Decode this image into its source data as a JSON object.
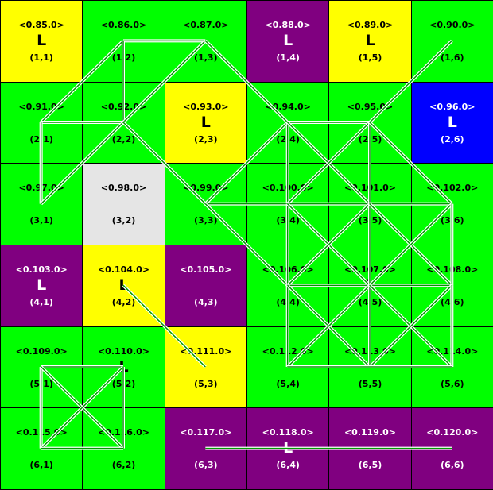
{
  "palette": {
    "green": "#00ff00",
    "yellow": "#ffff00",
    "purple": "#800080",
    "blue": "#0000ff",
    "gray": "#e5e5e5"
  },
  "grid": {
    "rows": 6,
    "cols": 6,
    "cells": [
      {
        "label": "<0.85.0>",
        "coord": "(1,1)",
        "mark": "L",
        "color": "yellow"
      },
      {
        "label": "<0.86.0>",
        "coord": "(1,2)",
        "mark": "",
        "color": "green"
      },
      {
        "label": "<0.87.0>",
        "coord": "(1,3)",
        "mark": "",
        "color": "green"
      },
      {
        "label": "<0.88.0>",
        "coord": "(1,4)",
        "mark": "L",
        "color": "purple"
      },
      {
        "label": "<0.89.0>",
        "coord": "(1,5)",
        "mark": "L",
        "color": "yellow"
      },
      {
        "label": "<0.90.0>",
        "coord": "(1,6)",
        "mark": "",
        "color": "green"
      },
      {
        "label": "<0.91.0>",
        "coord": "(2,1)",
        "mark": "",
        "color": "green"
      },
      {
        "label": "<0.92.0>",
        "coord": "(2,2)",
        "mark": "",
        "color": "green"
      },
      {
        "label": "<0.93.0>",
        "coord": "(2,3)",
        "mark": "L",
        "color": "yellow"
      },
      {
        "label": "<0.94.0>",
        "coord": "(2,4)",
        "mark": "",
        "color": "green"
      },
      {
        "label": "<0.95.0>",
        "coord": "(2,5)",
        "mark": "",
        "color": "green"
      },
      {
        "label": "<0.96.0>",
        "coord": "(2,6)",
        "mark": "L",
        "color": "blue"
      },
      {
        "label": "<0.97.0>",
        "coord": "(3,1)",
        "mark": "",
        "color": "green"
      },
      {
        "label": "<0.98.0>",
        "coord": "(3,2)",
        "mark": "",
        "color": "gray"
      },
      {
        "label": "<0.99.0>",
        "coord": "(3,3)",
        "mark": "",
        "color": "green"
      },
      {
        "label": "<0.100.0>",
        "coord": "(3,4)",
        "mark": "",
        "color": "green"
      },
      {
        "label": "<0.101.0>",
        "coord": "(3,5)",
        "mark": "",
        "color": "green"
      },
      {
        "label": "<0.102.0>",
        "coord": "(3,6)",
        "mark": "",
        "color": "green"
      },
      {
        "label": "<0.103.0>",
        "coord": "(4,1)",
        "mark": "L",
        "color": "purple"
      },
      {
        "label": "<0.104.0>",
        "coord": "(4,2)",
        "mark": "L",
        "color": "yellow"
      },
      {
        "label": "<0.105.0>",
        "coord": "(4,3)",
        "mark": "",
        "color": "purple"
      },
      {
        "label": "<0.106.0>",
        "coord": "(4,4)",
        "mark": "",
        "color": "green"
      },
      {
        "label": "<0.107.0>",
        "coord": "(4,5)",
        "mark": "L",
        "color": "green"
      },
      {
        "label": "<0.108.0>",
        "coord": "(4,6)",
        "mark": "",
        "color": "green"
      },
      {
        "label": "<0.109.0>",
        "coord": "(5,1)",
        "mark": "",
        "color": "green"
      },
      {
        "label": "<0.110.0>",
        "coord": "(5,2)",
        "mark": "L",
        "color": "green"
      },
      {
        "label": "<0.111.0>",
        "coord": "(5,3)",
        "mark": "",
        "color": "yellow"
      },
      {
        "label": "<0.112.0>",
        "coord": "(5,4)",
        "mark": "",
        "color": "green"
      },
      {
        "label": "<0.113.0>",
        "coord": "(5,5)",
        "mark": "",
        "color": "green"
      },
      {
        "label": "<0.114.0>",
        "coord": "(5,6)",
        "mark": "",
        "color": "green"
      },
      {
        "label": "<0.115.0>",
        "coord": "(6,1)",
        "mark": "",
        "color": "green"
      },
      {
        "label": "<0.116.0>",
        "coord": "(6,2)",
        "mark": "",
        "color": "green"
      },
      {
        "label": "<0.117.0>",
        "coord": "(6,3)",
        "mark": "",
        "color": "purple"
      },
      {
        "label": "<0.118.0>",
        "coord": "(6,4)",
        "mark": "L",
        "color": "purple"
      },
      {
        "label": "<0.119.0>",
        "coord": "(6,5)",
        "mark": "",
        "color": "purple"
      },
      {
        "label": "<0.120.0>",
        "coord": "(6,6)",
        "mark": "",
        "color": "purple"
      }
    ]
  },
  "links": [
    [
      "1,2",
      "1,3"
    ],
    [
      "1,2",
      "2,1"
    ],
    [
      "1,2",
      "2,2"
    ],
    [
      "1,3",
      "2,2"
    ],
    [
      "1,3",
      "2,4"
    ],
    [
      "1,6",
      "2,5"
    ],
    [
      "2,1",
      "2,2"
    ],
    [
      "2,1",
      "3,1"
    ],
    [
      "2,2",
      "3,1"
    ],
    [
      "2,2",
      "3,3"
    ],
    [
      "2,4",
      "2,5"
    ],
    [
      "2,4",
      "3,3"
    ],
    [
      "2,4",
      "3,4"
    ],
    [
      "2,4",
      "3,5"
    ],
    [
      "2,5",
      "3,4"
    ],
    [
      "2,5",
      "3,5"
    ],
    [
      "2,5",
      "3,6"
    ],
    [
      "3,3",
      "3,4"
    ],
    [
      "3,3",
      "4,4"
    ],
    [
      "3,4",
      "3,5"
    ],
    [
      "3,4",
      "4,4"
    ],
    [
      "3,4",
      "4,5"
    ],
    [
      "3,5",
      "3,6"
    ],
    [
      "3,5",
      "4,4"
    ],
    [
      "3,5",
      "4,5"
    ],
    [
      "3,5",
      "4,6"
    ],
    [
      "3,6",
      "4,5"
    ],
    [
      "3,6",
      "4,6"
    ],
    [
      "4,2",
      "5,3"
    ],
    [
      "4,4",
      "4,5"
    ],
    [
      "4,4",
      "5,4"
    ],
    [
      "4,4",
      "5,5"
    ],
    [
      "4,5",
      "4,6"
    ],
    [
      "4,5",
      "5,4"
    ],
    [
      "4,5",
      "5,5"
    ],
    [
      "4,5",
      "5,6"
    ],
    [
      "4,6",
      "5,5"
    ],
    [
      "4,6",
      "5,6"
    ],
    [
      "5,1",
      "5,2"
    ],
    [
      "5,1",
      "6,1"
    ],
    [
      "5,1",
      "6,2"
    ],
    [
      "5,2",
      "6,1"
    ],
    [
      "5,2",
      "6,2"
    ],
    [
      "5,4",
      "5,5"
    ],
    [
      "5,5",
      "5,6"
    ],
    [
      "6,1",
      "6,2"
    ],
    [
      "6,3",
      "6,6"
    ]
  ]
}
